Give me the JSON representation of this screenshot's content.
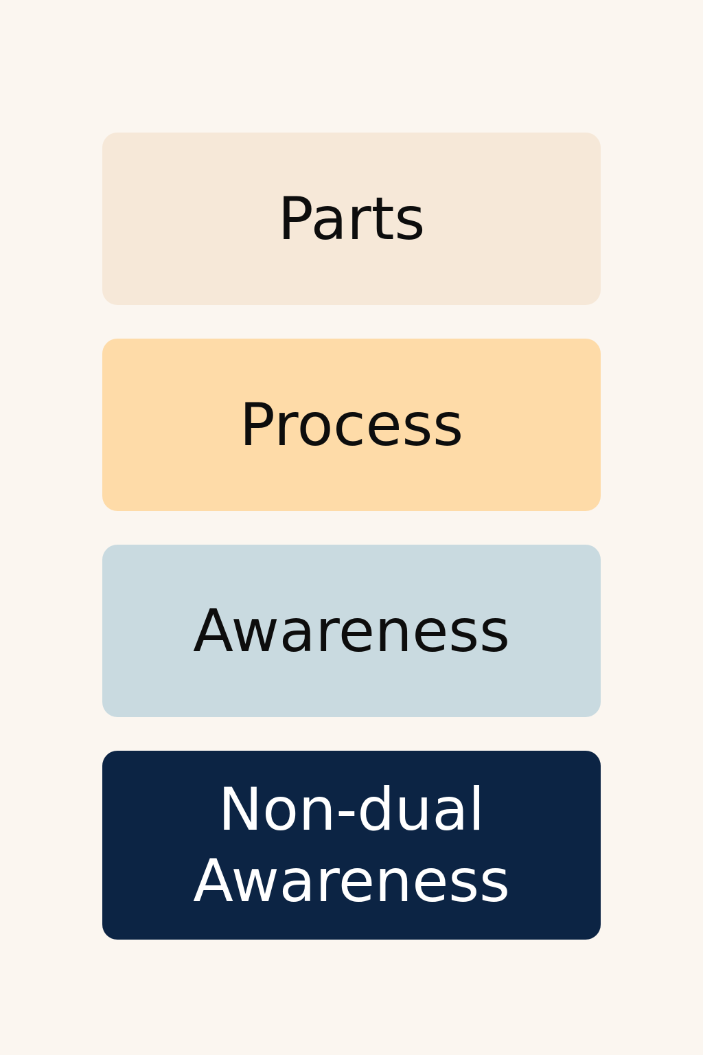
{
  "page": {
    "background": "#fbf6f0"
  },
  "levels": [
    {
      "lines": [
        "Parts"
      ],
      "background": "#f6e8d8",
      "text_color": "#0d0d0d"
    },
    {
      "lines": [
        "Process"
      ],
      "background": "#fedba8",
      "text_color": "#0d0d0d"
    },
    {
      "lines": [
        "Awareness"
      ],
      "background": "#c9dae0",
      "text_color": "#0d0d0d"
    },
    {
      "lines": [
        "Non-dual",
        "Awareness"
      ],
      "background": "#0c2444",
      "text_color": "#ffffff"
    }
  ]
}
